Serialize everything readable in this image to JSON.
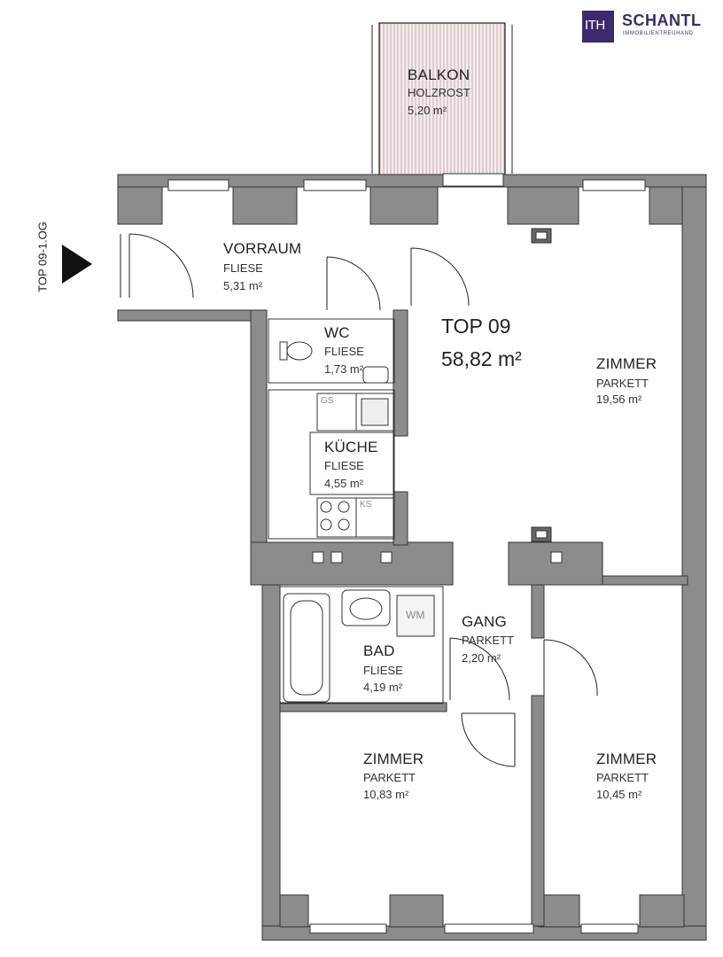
{
  "brand": {
    "name": "SCHANTL",
    "tagline": "IMMOBILIENTREUHAND",
    "mark": "ITH",
    "color": "#3d2a6a"
  },
  "entrance_label": "TOP 09-1.OG",
  "unit": {
    "name": "TOP 09",
    "area": "58,82 m²"
  },
  "rooms": {
    "balkon": {
      "name": "BALKON",
      "floor": "HOLZROST",
      "area": "5,20  m²"
    },
    "vorraum": {
      "name": "VORRAUM",
      "floor": "FLIESE",
      "area": "5,31  m²"
    },
    "wc": {
      "name": "WC",
      "floor": "FLIESE",
      "area": "1,73  m²"
    },
    "kueche": {
      "name": "KÜCHE",
      "floor": "FLIESE",
      "area": "4,55  m²"
    },
    "zimmer_a": {
      "name": "ZIMMER",
      "floor": "PARKETT",
      "area": "19,56 m²"
    },
    "bad": {
      "name": "BAD",
      "floor": "FLIESE",
      "area": "4,19  m²"
    },
    "gang": {
      "name": "GANG",
      "floor": "PARKETT",
      "area": "2,20  m²"
    },
    "zimmer_b": {
      "name": "ZIMMER",
      "floor": "PARKETT",
      "area": "10,83 m²"
    },
    "zimmer_c": {
      "name": "ZIMMER",
      "floor": "PARKETT",
      "area": "10,45 m²"
    }
  },
  "fixtures": {
    "gs": "GS",
    "ks": "KS",
    "wm": "WM"
  },
  "colors": {
    "wall": "#8c8c8c",
    "wall_dark": "#6e6e6e",
    "line": "#222222",
    "balcony_hatch": "#c9a8a8"
  }
}
